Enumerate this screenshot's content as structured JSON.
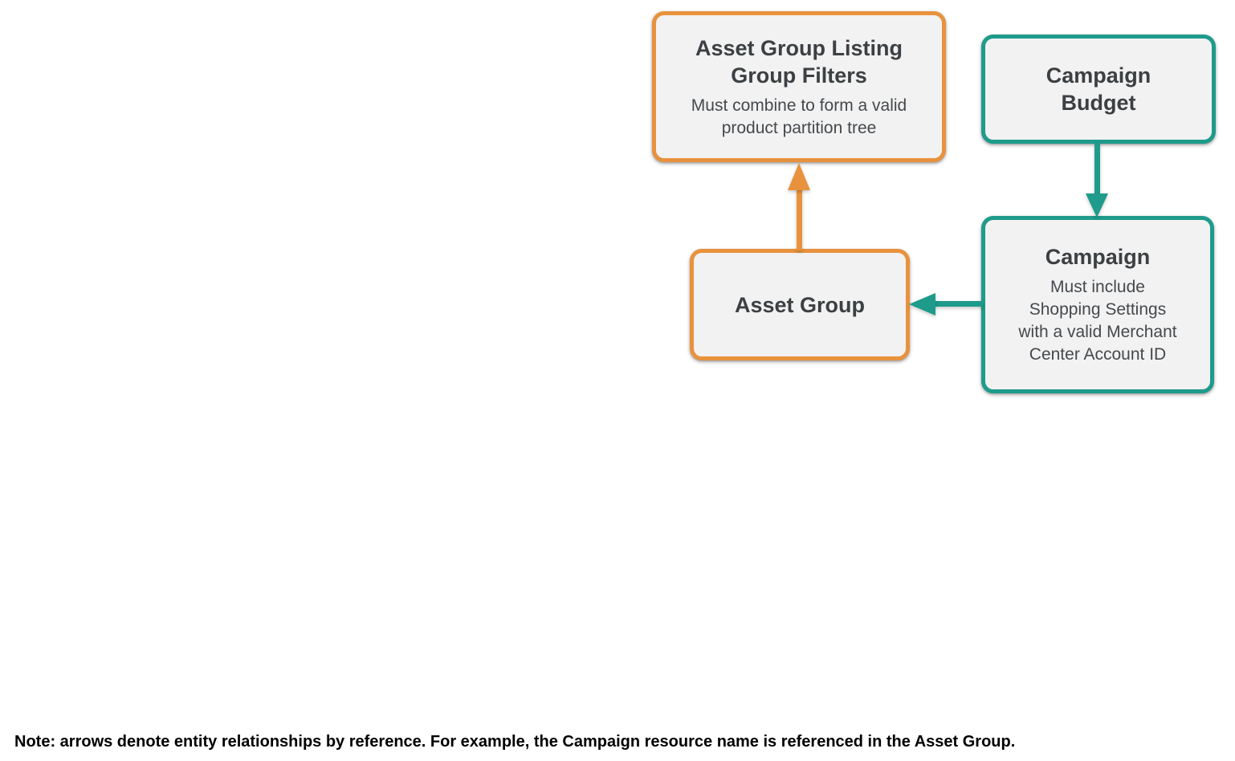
{
  "diagram": {
    "nodes": {
      "listing_filters": {
        "title": "Asset Group Listing\nGroup Filters",
        "subtitle": "Must combine to form a valid\nproduct partition tree"
      },
      "campaign_budget": {
        "title": "Campaign\nBudget"
      },
      "campaign": {
        "title": "Campaign",
        "subtitle": "Must include\nShopping Settings\nwith a valid Merchant\nCenter Account ID"
      },
      "asset_group": {
        "title": "Asset Group"
      }
    },
    "arrows": [
      {
        "name": "asset-group-to-listing-filters",
        "from": "Asset Group",
        "to": "Asset Group Listing Group Filters",
        "color": "orange",
        "direction": "up"
      },
      {
        "name": "campaign-budget-to-campaign",
        "from": "Campaign Budget",
        "to": "Campaign",
        "color": "teal",
        "direction": "down"
      },
      {
        "name": "campaign-to-asset-group",
        "from": "Campaign",
        "to": "Asset Group",
        "color": "teal",
        "direction": "left"
      }
    ],
    "note": "Note: arrows denote entity relationships by reference. For example, the Campaign resource name is referenced in the Asset Group."
  },
  "colors": {
    "orange": "#E8923D",
    "teal": "#1E9B8B",
    "box-fill": "#F2F2F2",
    "title-text": "#3C4043",
    "subtitle-text": "#45494D",
    "note-text": "#000000"
  }
}
